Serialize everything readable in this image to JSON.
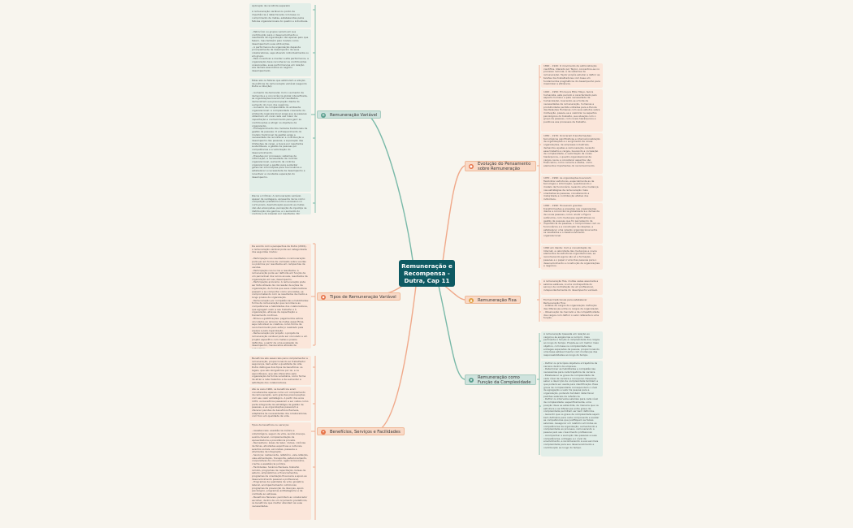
{
  "central": {
    "title": "Remuneração e Recompensa - Dutra, Cap 11"
  },
  "branches": {
    "remuneracao_variavel": "Remuneração Variável",
    "tipos_remuneracao_variavel": "Tipos de Remuneração Variável",
    "beneficios": "Benefícios, Serviços e Facilidades",
    "evolucao": "Evolução do Pensamento sobre Remuneração",
    "remuneracao_fixa": "Remuneração Fixa",
    "funcao_complexidade": "Remuneração como Função da Complexidade"
  },
  "icons": {
    "variavel": "gear-icon",
    "tipos": "tag-icon",
    "beneficios": "gift-icon",
    "evolucao": "clock-icon",
    "fixa": "chart-icon",
    "complexidade": "star-icon"
  },
  "colors": {
    "center": "#0e5a63",
    "green_line": "#79b9a8",
    "peach_line": "#f0a98a",
    "green_fill": "#e2eee8",
    "peach_fill": "#fbe6da"
  },
  "notes": {
    "v1": "Aplicação da recolhida separado\n\nA remuneração variável ou ponto de importância é determinada com base no cumprimento de metas, estabelecidas pelos fatores organizacionais do quadro e individuais.",
    "v2": "- Patrocínio ou grupos variam em sua contribuição para o desenvolvimento e resultados da organização não apenas pelo que fazem, mas também pelo modelo como desempenham suas atribuições.\n- A performance da organização depende principalmente de desempenho de seus colaboradores, seja atuando individualmente ou em grupo.\n- Para incentivar e manter a alta performance, a organização deve reconhecer as contribuições ocasionadas, suas performances em relação aos demais associados ao negócio desempenhado.",
    "v3": "Estas são os fatores que estimulam a adoção de práticas de remuneração variável (segundo Dutra e intuição):\n\n- Aumento da demanda: Com o aumento da demanda e a concorrência global intensificada, as organizações buscam ter resultados, demonstram sua preocupação diante do aumento do risco dos negócios.\n- Aumento da complexidade do ambiente organizacional: A complexidade crescente do ambiente organizacional exige que as pessoas obtenham um nível cada vez maior de capacitação e conhecimento para gerir as contribuições e atingir os objetivos da organização.\n- Enfraquecimento dos modelos tradicionais de gestão de pessoas: O enfraquecimento do modelo tradicional de gestão exige a necessidade de reconhecer a contribuição e desempenho das pessoas, a superação das limitações de cargo, a busca por resultados sustentáveis, a gestão de pessoas por competências e a valorização do desenvolvimento.\n- Pressões por processos: sistemas de informação, a necessidade de controle organizacional, aumento da controle organizacional e gestão para sustentar gerenciar informações para funcionários e estabelecer a necessidade de desempenho e incentivar a constante superação do desempenho.",
    "v4": "Riscos e Críticas: A remuneração variável, apesar de vantagens, apresenta riscos como: competição predatória e foco excessivo no curto prazo, desmotivação quando as metas não são alcançadas, percepção de injustiça na distribuição dos ganhos, e o aumento do controle e da pressão por resultados. Por exemplo, em alguns casos, o modelo pode gerar um foco exclusivo em indicadores de curto prazo, em detrimento de objetivos estratégicos e de longo prazo da organização e seu desenvolvimento, conforme apontado por Dutra em 2001.",
    "t1": "De acordo com a perspectiva de Dutra (2001), a remuneração variável pode ser categorizada dos seguintes modos:\n\n- Participação nos resultados: A remuneração pode ser em forma de comissão sobre vendas ou prêmios por resultados em campanhas de vendas.\n- Participação nos lucros e resultados: A remuneração pode ser definida em função de um percentual dos lucros anuais, resultados da organização em seu desempenho.\n- Participação acionária: A remuneração pode ser feita através da concessão de ações da organização, de forma que seus colaboradores passem a se comportar como acionistas, se comprometendo com os resultados de médio e longo prazos da organização.\n- Remuneração por competências e habilidades: forma de remuneração que reconhece as competências e habilidades dos colaboradores, que agregam valor a seu trabalho e à organização, através da capacitação e treinamento contínuo.\n- Bônus e gratificações: pagamentos extras vinculados ao alcance de metas específicas, seja individual ou coletiva, como forma de reconhecimento pelo esforço realizado pela equipe e pela organização.\n- Remuneração por projeto: o projeto de remuneração variável pode ser vinculado a um projeto específico com metas e prazos definidos, a partir de uma avaliação de desempenho, mensurados através de indicadores.",
    "b1": "Benefícios são essenciais para complementar a remuneração, proporcionando ao trabalhador segurança, bem-estar e qualidade de vida. Dutra distingue dois tipos de benefícios: os legais, que são obrigatórios por lei, e os espontâneos, que são oferecidos pela organização de forma voluntária, como forma de atrair e reter talentos e de aumentar a satisfação dos colaboradores.",
    "b2": "Até os anos 1960, os benefícios eram considerados apenas como um complemento da remuneração, sem grandes preocupações com seu valor estratégico. A partir dos anos 1970, os benefícios passaram a ser vistos como parte integrante da estratégia de gestão de pessoas, e as organizações passaram a oferecer pacotes de benefícios flexíveis, adaptados às necessidades dos colaboradores, com foco em qualidade de vida.",
    "b3": "Tipos de benefícios ou serviços:\n\n- Assistenciais: assistência médica e odontológica, seguro de vida, auxílio-doença, auxílio-funeral, complementação de aposentadoria e previdência privada.\n- Recreativos: áreas de lazer, clubes, colônias de férias, atividades esportivas e culturais, eventos sociais, excursões, passeios e atividades de integração.\n- Serviços: restaurante, refeitório, vale-refeição, vale-alimentação, transporte, estacionamento, cooperativas de consumo, agência bancária, creche e assistência jurídica.\n- Facilidades: horários flexíveis, trabalho remoto, programas de capacitação, bolsas de estudo, empréstimos e financiamentos, programas de orientação financeira e apoio ao desenvolvimento pessoal e profissional.\n- Programas de qualidade de vida: ginástica laboral, acompanhamento nutricional, programas de prevenção de doenças, apoio psicológico, programas antitabagismo e de combate ao estresse.\n- Benefícios flexíveis: permitem ao colaborador escolher, dentro de um orçamento predefinido, os benefícios que melhor atendem às suas necessidades.",
    "e1": "1890 – 1920: O movimento da administração científica, liderado por Taylor, concentrou-se no processo racional, e de sistemas de remuneração. Taylor propôs estudar e definir as tarefas dos trabalhadores com base em fundamentos pragmáticos do desempenho para maximizar a eficiência.",
    "e2": "1920 – 1950: Em busca Elton Mayo, teoria humanista, este período é caracterizado pelo aspecto humano e pela necessidade de humanização, buscando-se a fonte de necessidades de remuneração, humanas e produtividade perdida voltadas para a Escola das Relações Humanas com seus estudos sobre motivação, passou-se a valorizar os aspectos psicológicos do trabalho, sua atuação com o grupo de pessoas, com níveis hierárquicos e punitivos aos processos de trabalho.",
    "e3": "1950 – 1970: Ocorreram transformações tecnológicas significativas e internacionalização de organizações e o surgimento de novas organizações, de empresas industriais, demandou ajustes e remuneração, levando esse trabalho a cargos, buscando a correlação de complexidade, a valorização de níveis hierárquicos, o quadro organizacional de cargos, levou a considerar aspectos não financeiros, como carreira e status, como elementos importantes do reconhecimento.",
    "e4": "1970 – 1990: As organizações buscaram flexibilizar estruturas, especialmente as de tecnologia e informação, questionando o modelo de funcionário, levando uma mudança nas estratégias de remuneração mais orientadas às pessoas, considerando a maturidade e contribuição efetiva dos indivíduos.",
    "e5": "1990 – 1990: Houveram grandes transformações e pressões nas organizações diante a concorrência globalizada e a demanda de novas pessoas, como: aludir e Figura autônoma, com mudanças significativas na gestão de pessoas que foi percebendo da importância de pessoas, o compromisso com os funcionários e a construção de relações, e estabelecer uma relação organizacional entre os resultados e o desenvolvimento organizacional.",
    "e6": "1990 em diante: Com a consolidação da Internet, a velocidade das mudanças e novos elementos de estruturas organizacionais, se reconhecendo agora não só a formação, pessoas e o papel crucial das pessoas para o desenvolvimento e construção de organizações e negócios.",
    "f1": "A remuneração fixa, muitas vezes associada a salários estáveis, é uma contrapartida do serviço de contratação de um profissional, independentemente do desempenho variável.",
    "f2": "Formas tradicionais para estabelecer Remuneração Fixa:\n- Análise de cargos da organização: definição das diferenças entre os cargos da organização.\n- Observação de mercado e da competitividade dos cargos com definir o valor referente à uma função.",
    "c1": "A remuneração baseada em relação ao cargo/ou às exigências a cumprir, mais pertinente é função é complexidade dos cargos ao longo do tempo. Propõe-se um melhor meio objetivo, com base na complexidade das entregas esperadas da pessoa, proporcionando uma base estável mesmo com mudanças das responsabilidades ao longo do tempo.",
    "c2": "- Definir os princípios objetivos e trajetória de carreira dentro da empresa.\n- Determinar as habilidades e competências necessárias para cada trajetória de carreira.\n- Estabelecer os graus de complexidade de cada nível de carreira e incorporar. Devemos saber a descrição de complexidade também a que poderá ser usada para identificação. Essa graus de complexidade correspondem o nível de agregação e valor da pessoa para a organização, podendo também determinar padrões salariais de referência.\n- Definir os intervalos salariais para cada nível de complexidade: especificamente, uma posição deve se estendida, de maneira que na estrutura e as diferenças entre graus de complexidade permitam ser bem definidos.\n- Garantir que os graus de complexidade sejam bem definidos para cada componente e avaliar as competências que justifiquem as faixas salariais. Assegurar um relatório em todas as competências da organização, aumentando a complexidade ao processo, remunerando a pessoa pelo seu crescimento profissional.\n- Acompanhar a evolução das pessoas e suas competências, entregas e o nível de envolvimento, e reconhecendo a sua vez mais complexidade para seu desenvolvimento e contribuição ao longo do tempo."
  }
}
